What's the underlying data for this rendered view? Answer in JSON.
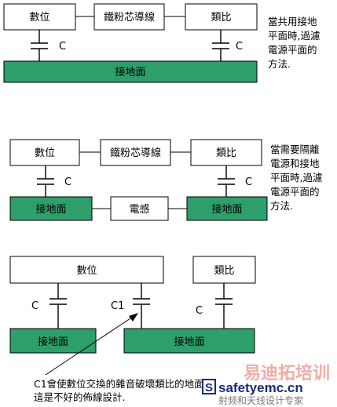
{
  "colors": {
    "ground": "#2e9e6b",
    "box_fill": "#ffffff",
    "stroke": "#000000"
  },
  "d1": {
    "digital": "數位",
    "bead": "鐵粉芯導線",
    "analog": "類比",
    "cap_left": "C",
    "cap_right": "C",
    "ground": "接地面",
    "note": [
      "當共用接地",
      "平面時,過濾",
      "電源平面的",
      "方法."
    ]
  },
  "d2": {
    "digital": "數位",
    "bead": "鐵粉芯導線",
    "analog": "類比",
    "cap_left": "C",
    "cap_right": "C",
    "ground_left": "接地面",
    "inductor": "電感",
    "ground_right": "接地面",
    "note": [
      "當需要隔離",
      "電源和接地",
      "平面時,過濾",
      "電源平面的",
      "方法."
    ]
  },
  "d3": {
    "digital": "數位",
    "analog": "類比",
    "cap_left": "C",
    "cap_mid": "C1",
    "cap_right": "C",
    "ground_left": "接地面",
    "ground_right": "接地面",
    "note": [
      "C1會使數位交換的雜音破壞類比的地面.",
      "這是不好的佈線設計."
    ]
  },
  "watermark": {
    "cn": "易迪拓培训",
    "logo_letter": "S",
    "site": "safetyemc.cn",
    "sub": "射频和天线设计专家"
  }
}
